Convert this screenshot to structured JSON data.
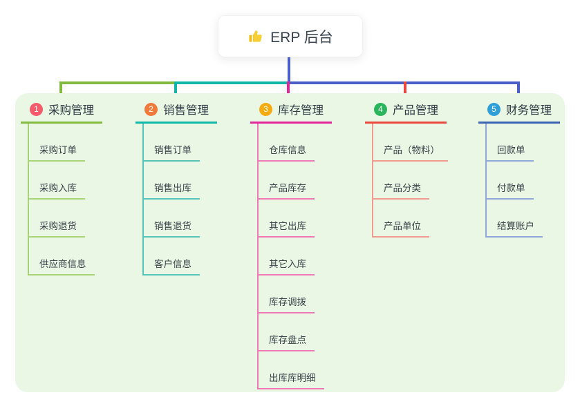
{
  "root": {
    "label": "ERP 后台",
    "icon": "thumbs-up",
    "icon_color": "#f2c023"
  },
  "palette": {
    "root_line": "#4b5fc8",
    "panel_bg": "#eaf7e4"
  },
  "branches": [
    {
      "num": "1",
      "label": "采购管理",
      "colors": {
        "badge": "#f45c6d",
        "line": "#82ba3e",
        "light": "#a9d476"
      },
      "children": [
        "采购订单",
        "采购入库",
        "采购退货",
        "供应商信息"
      ]
    },
    {
      "num": "2",
      "label": "销售管理",
      "colors": {
        "badge": "#f0793c",
        "line": "#10b7a7",
        "light": "#55c5ba"
      },
      "children": [
        "销售订单",
        "销售出库",
        "销售退货",
        "客户信息"
      ]
    },
    {
      "num": "3",
      "label": "库存管理",
      "colors": {
        "badge": "#f6ac10",
        "line": "#e3249c",
        "light": "#f078b5"
      },
      "children": [
        "仓库信息",
        "产品库存",
        "其它出库",
        "其它入库",
        "库存调拨",
        "库存盘点",
        "出库库明细"
      ]
    },
    {
      "num": "4",
      "label": "产品管理",
      "colors": {
        "badge": "#2ab45b",
        "line": "#e8483d",
        "light": "#f29a8f"
      },
      "children": [
        "产品（物料）",
        "产品分类",
        "产品单位"
      ]
    },
    {
      "num": "5",
      "label": "财务管理",
      "colors": {
        "badge": "#2f9fd8",
        "line": "#3c64b2",
        "light": "#8fa7d9"
      },
      "children": [
        "回款单",
        "付款单",
        "结算账户"
      ]
    }
  ]
}
